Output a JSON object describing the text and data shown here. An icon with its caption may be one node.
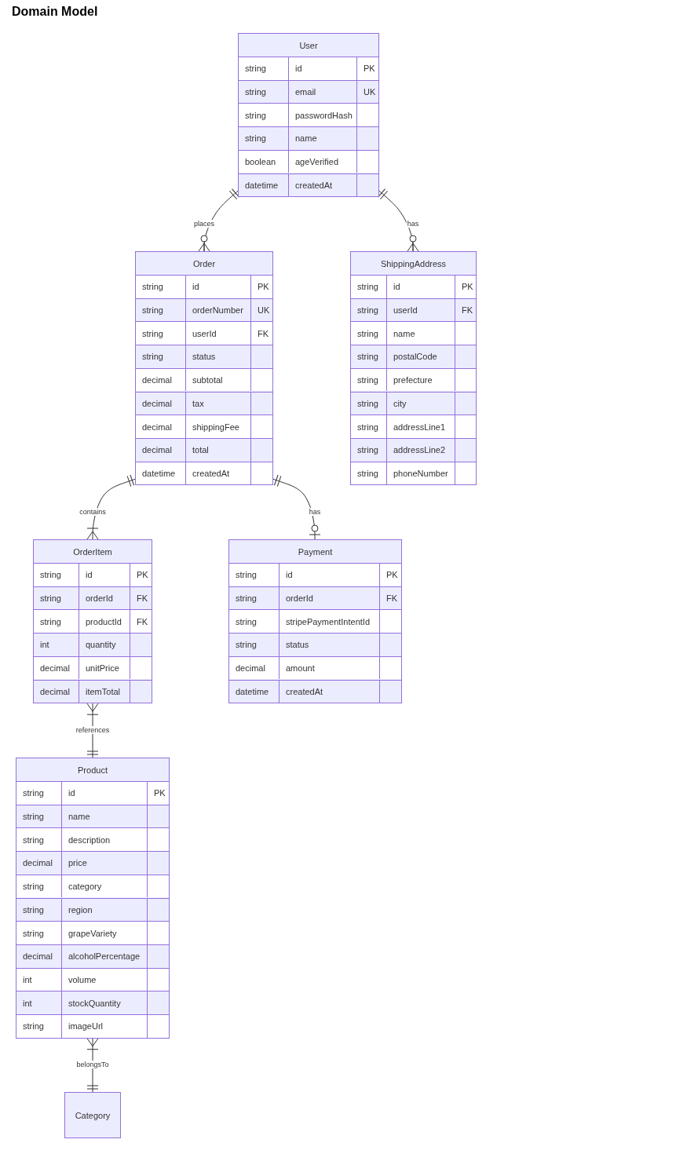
{
  "diagram": {
    "title": "Domain Model",
    "nodes": [
      {
        "text": [
          "User"
        ]
      },
      {
        "text": [
          "string",
          "id",
          "PK"
        ],
        "in": 0
      },
      {
        "text": [
          "string",
          "email",
          "UK"
        ],
        "in": 0
      },
      {
        "text": [
          "string",
          "passwordHash"
        ],
        "in": 0
      },
      {
        "text": [
          "string",
          "name"
        ],
        "in": 0
      },
      {
        "text": [
          "boolean",
          "ageVerified"
        ],
        "in": 0
      },
      {
        "text": [
          "datetime",
          "createdAt"
        ],
        "in": 0
      },
      {
        "text": [
          "Order"
        ]
      },
      {
        "text": [
          "string",
          "id",
          "PK"
        ],
        "in": 7
      },
      {
        "text": [
          "string",
          "orderNumber",
          "UK"
        ],
        "in": 7
      },
      {
        "text": [
          "string",
          "userId",
          "FK"
        ],
        "in": 7
      },
      {
        "text": [
          "string",
          "status"
        ],
        "in": 7
      },
      {
        "text": [
          "decimal",
          "subtotal"
        ],
        "in": 7
      },
      {
        "text": [
          "decimal",
          "tax"
        ],
        "in": 7
      },
      {
        "text": [
          "decimal",
          "shippingFee"
        ],
        "in": 7
      },
      {
        "text": [
          "decimal",
          "total"
        ],
        "in": 7
      },
      {
        "text": [
          "datetime",
          "createdAt"
        ],
        "in": 7
      },
      {
        "text": [
          "ShippingAddress"
        ]
      },
      {
        "text": [
          "string",
          "id",
          "PK"
        ],
        "in": 17
      },
      {
        "text": [
          "string",
          "userId",
          "FK"
        ],
        "in": 17
      },
      {
        "text": [
          "string",
          "name"
        ],
        "in": 17
      },
      {
        "text": [
          "string",
          "postalCode"
        ],
        "in": 17
      },
      {
        "text": [
          "string",
          "prefecture"
        ],
        "in": 17
      },
      {
        "text": [
          "string",
          "city"
        ],
        "in": 17
      },
      {
        "text": [
          "string",
          "addressLine1"
        ],
        "in": 17
      },
      {
        "text": [
          "string",
          "addressLine2"
        ],
        "in": 17
      },
      {
        "text": [
          "string",
          "phoneNumber"
        ],
        "in": 17
      },
      {
        "text": [
          "OrderItem"
        ]
      },
      {
        "text": [
          "string",
          "id",
          "PK"
        ],
        "in": 27
      },
      {
        "text": [
          "string",
          "orderId",
          "FK"
        ],
        "in": 27
      },
      {
        "text": [
          "string",
          "productId",
          "FK"
        ],
        "in": 27
      },
      {
        "text": [
          "int",
          "quantity"
        ],
        "in": 27
      },
      {
        "text": [
          "decimal",
          "unitPrice"
        ],
        "in": 27
      },
      {
        "text": [
          "decimal",
          "itemTotal"
        ],
        "in": 27
      },
      {
        "text": [
          "Payment"
        ]
      },
      {
        "text": [
          "string",
          "id",
          "PK"
        ],
        "in": 34
      },
      {
        "text": [
          "string",
          "orderId",
          "FK"
        ],
        "in": 34
      },
      {
        "text": [
          "string",
          "stripePaymentIntentId"
        ],
        "in": 34
      },
      {
        "text": [
          "string",
          "status"
        ],
        "in": 34
      },
      {
        "text": [
          "decimal",
          "amount"
        ],
        "in": 34
      },
      {
        "text": [
          "datetime",
          "createdAt"
        ],
        "in": 34
      },
      {
        "text": [
          "Product"
        ]
      },
      {
        "text": [
          "string",
          "id",
          "PK"
        ],
        "in": 41
      },
      {
        "text": [
          "string",
          "name"
        ],
        "in": 41
      },
      {
        "text": [
          "string",
          "description"
        ],
        "in": 41
      },
      {
        "text": [
          "decimal",
          "price"
        ],
        "in": 41
      },
      {
        "text": [
          "string",
          "category"
        ],
        "in": 41
      },
      {
        "text": [
          "string",
          "region"
        ],
        "in": 41
      },
      {
        "text": [
          "string",
          "grapeVariety"
        ],
        "in": 41
      },
      {
        "text": [
          "decimal",
          "alcoholPercentage"
        ],
        "in": 41
      },
      {
        "text": [
          "int",
          "volume"
        ],
        "in": 41
      },
      {
        "text": [
          "int",
          "stockQuantity"
        ],
        "in": 41
      },
      {
        "text": [
          "string",
          "imageUrl"
        ],
        "in": 41
      },
      {
        "text": [
          "Category"
        ]
      }
    ],
    "edges": [
      {
        "from": 0,
        "to": 7,
        "arrow": "other",
        "label": "places"
      },
      {
        "from": 0,
        "to": 17,
        "arrow": "other",
        "label": "has"
      },
      {
        "from": 7,
        "to": 27,
        "arrow": "other",
        "label": "contains"
      },
      {
        "from": 7,
        "to": 34,
        "arrow": "other",
        "label": "has"
      },
      {
        "from": 27,
        "to": 41,
        "arrow": "other",
        "label": "references"
      },
      {
        "from": 41,
        "to": 53,
        "arrow": "other",
        "label": "belongsTo"
      }
    ]
  }
}
